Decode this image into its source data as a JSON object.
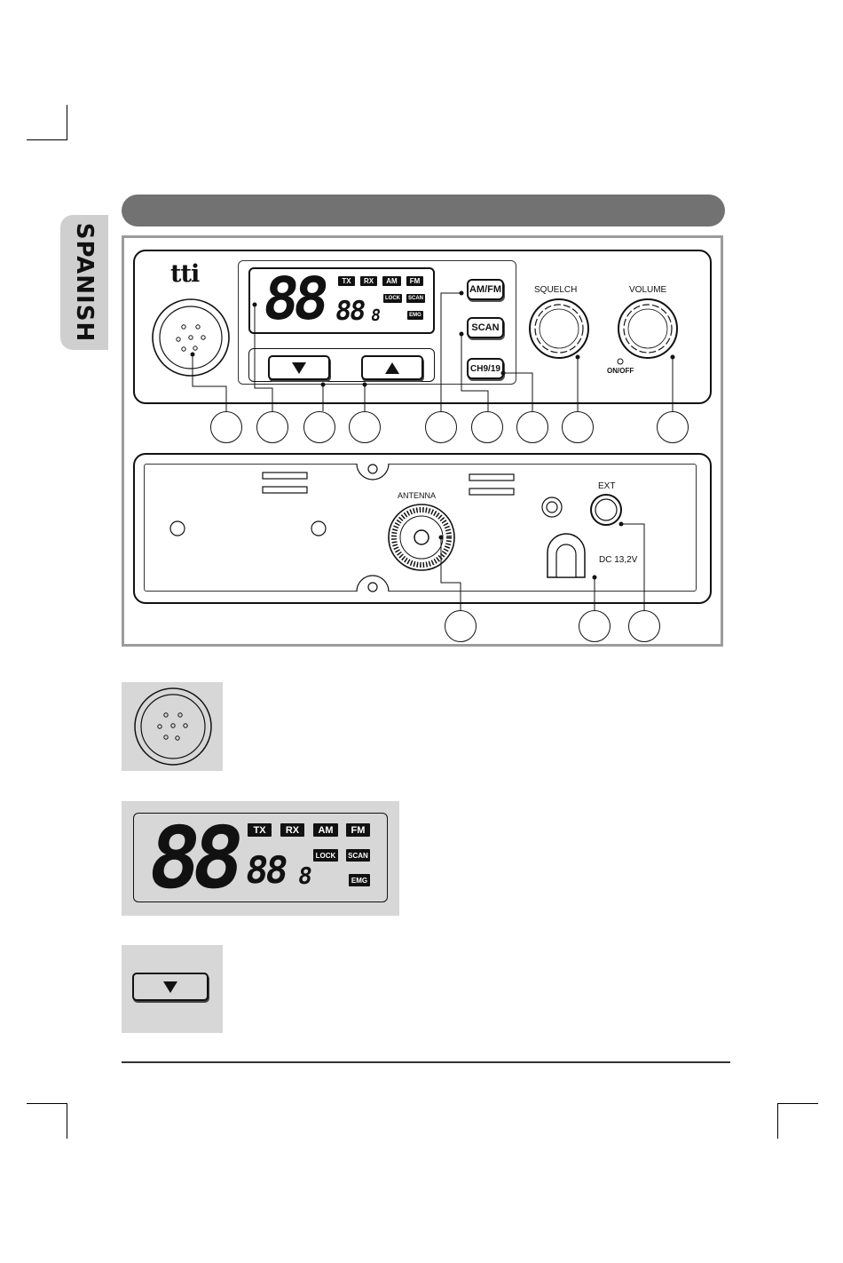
{
  "side_label": "SPANISH",
  "radio": {
    "brand": "tti",
    "display": {
      "channel_digits": "88",
      "small_digits": "88",
      "small_suffix": "8",
      "indicators": [
        "TX",
        "RX",
        "AM",
        "FM",
        "LOCK",
        "SCAN",
        "EMG"
      ]
    },
    "buttons": {
      "am_fm": "AM/FM",
      "scan": "SCAN",
      "ch9_19": "CH9/19"
    },
    "knobs": {
      "squelch": "SQUELCH",
      "volume": "VOLUME",
      "on_off": "ON/OFF"
    },
    "rear": {
      "antenna": "ANTENNA",
      "ext": "EXT",
      "dc": "DC 13,2V"
    }
  },
  "detail_display": {
    "channel_digits": "88",
    "small_digits": "88",
    "small_suffix": "8",
    "indicators": [
      "TX",
      "RX",
      "AM",
      "FM",
      "LOCK",
      "SCAN",
      "EMG"
    ]
  }
}
